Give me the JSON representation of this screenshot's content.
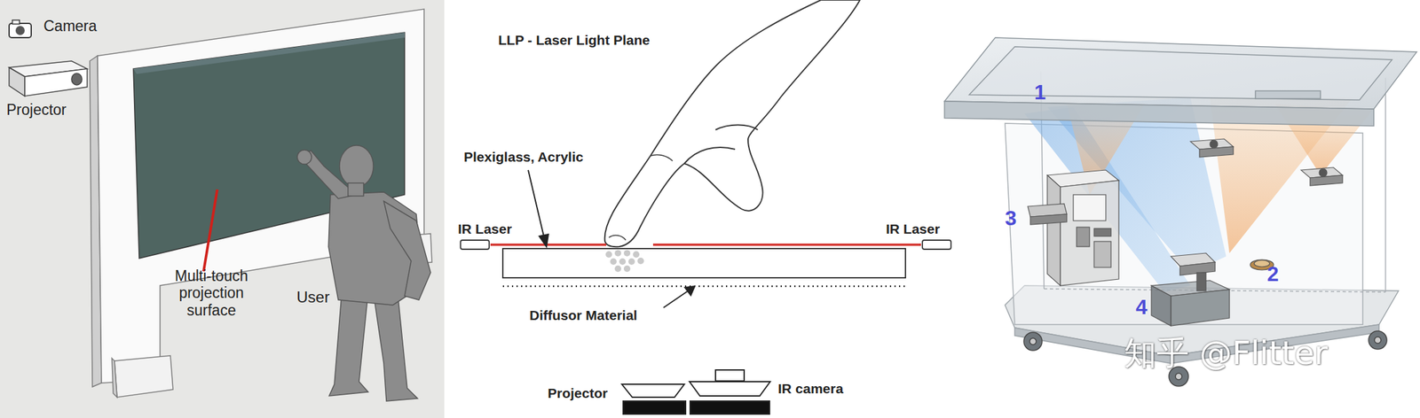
{
  "diagram": {
    "labels": [
      "Camera",
      "Projector",
      "Multi-touch projection surface",
      "User",
      "LLP - Laser Light Plane",
      "Plexiglass, Acrylic",
      "IR Laser",
      "IR Laser",
      "Diffusor Material",
      "Projector",
      "IR camera",
      "1",
      "3",
      "2",
      "4",
      "知乎 @Flitter"
    ]
  }
}
